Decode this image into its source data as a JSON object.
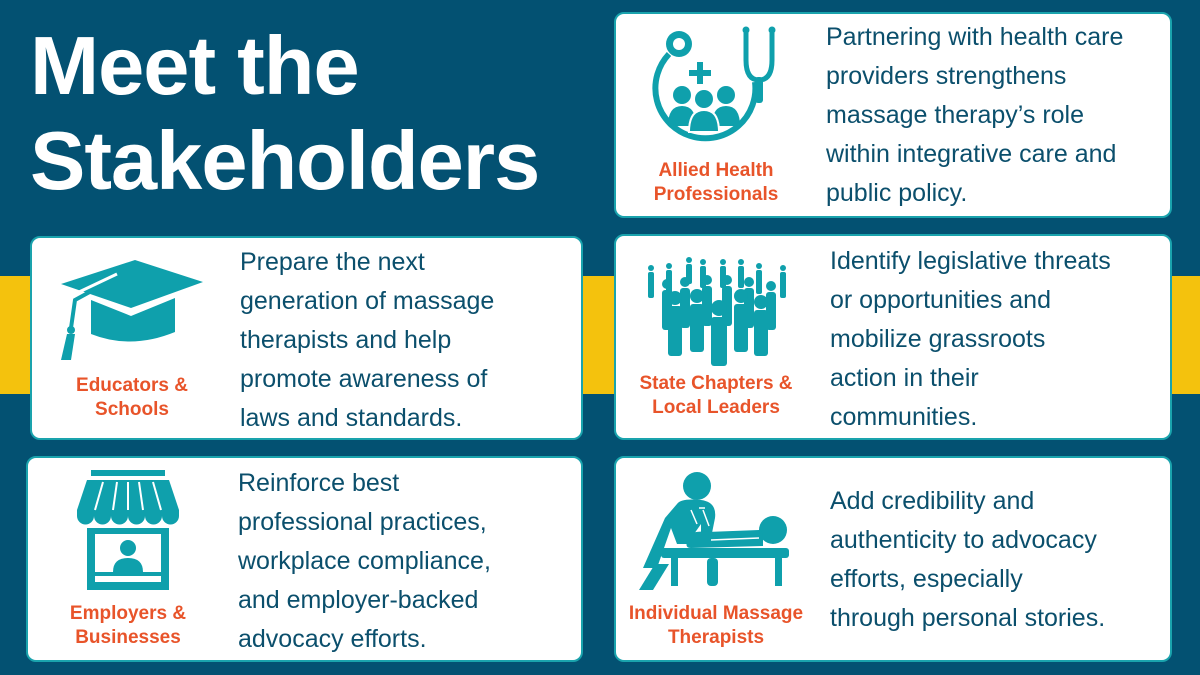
{
  "title": {
    "line1": "Meet the",
    "line2": "Stakeholders"
  },
  "colors": {
    "background": "#035172",
    "band": "#f4c20d",
    "card_border": "#1aa3ad",
    "icon": "#0fa0ac",
    "label": "#e8542a",
    "text": "#0b4f6c"
  },
  "cards": [
    {
      "id": "allied-health",
      "icon": "stethoscope-people-icon",
      "label_lines": [
        "Allied Health",
        "Professionals"
      ],
      "desc_lines": [
        "Partnering with health care",
        "providers strengthens",
        "massage therapy’s role",
        "within integrative care and",
        "public policy."
      ]
    },
    {
      "id": "educators",
      "icon": "graduation-cap-icon",
      "label_lines": [
        "Educators &",
        "Schools"
      ],
      "desc_lines": [
        "Prepare the next",
        "generation of massage",
        "therapists and help",
        "promote awareness of",
        "laws and standards."
      ]
    },
    {
      "id": "state-chapters",
      "icon": "crowd-icon",
      "label_lines": [
        "State Chapters &",
        "Local Leaders"
      ],
      "desc_lines": [
        "Identify legislative threats",
        "or opportunities and",
        "mobilize grassroots",
        "action in their",
        "communities."
      ]
    },
    {
      "id": "employers",
      "icon": "storefront-icon",
      "label_lines": [
        "Employers &",
        "Businesses"
      ],
      "desc_lines": [
        "Reinforce best",
        "professional practices,",
        "workplace compliance,",
        "and employer-backed",
        "advocacy efforts."
      ]
    },
    {
      "id": "massage-therapists",
      "icon": "massage-table-icon",
      "label_lines": [
        "Individual Massage",
        "Therapists"
      ],
      "desc_lines": [
        "Add credibility and",
        "authenticity to advocacy",
        "efforts, especially",
        "through personal stories."
      ]
    }
  ]
}
